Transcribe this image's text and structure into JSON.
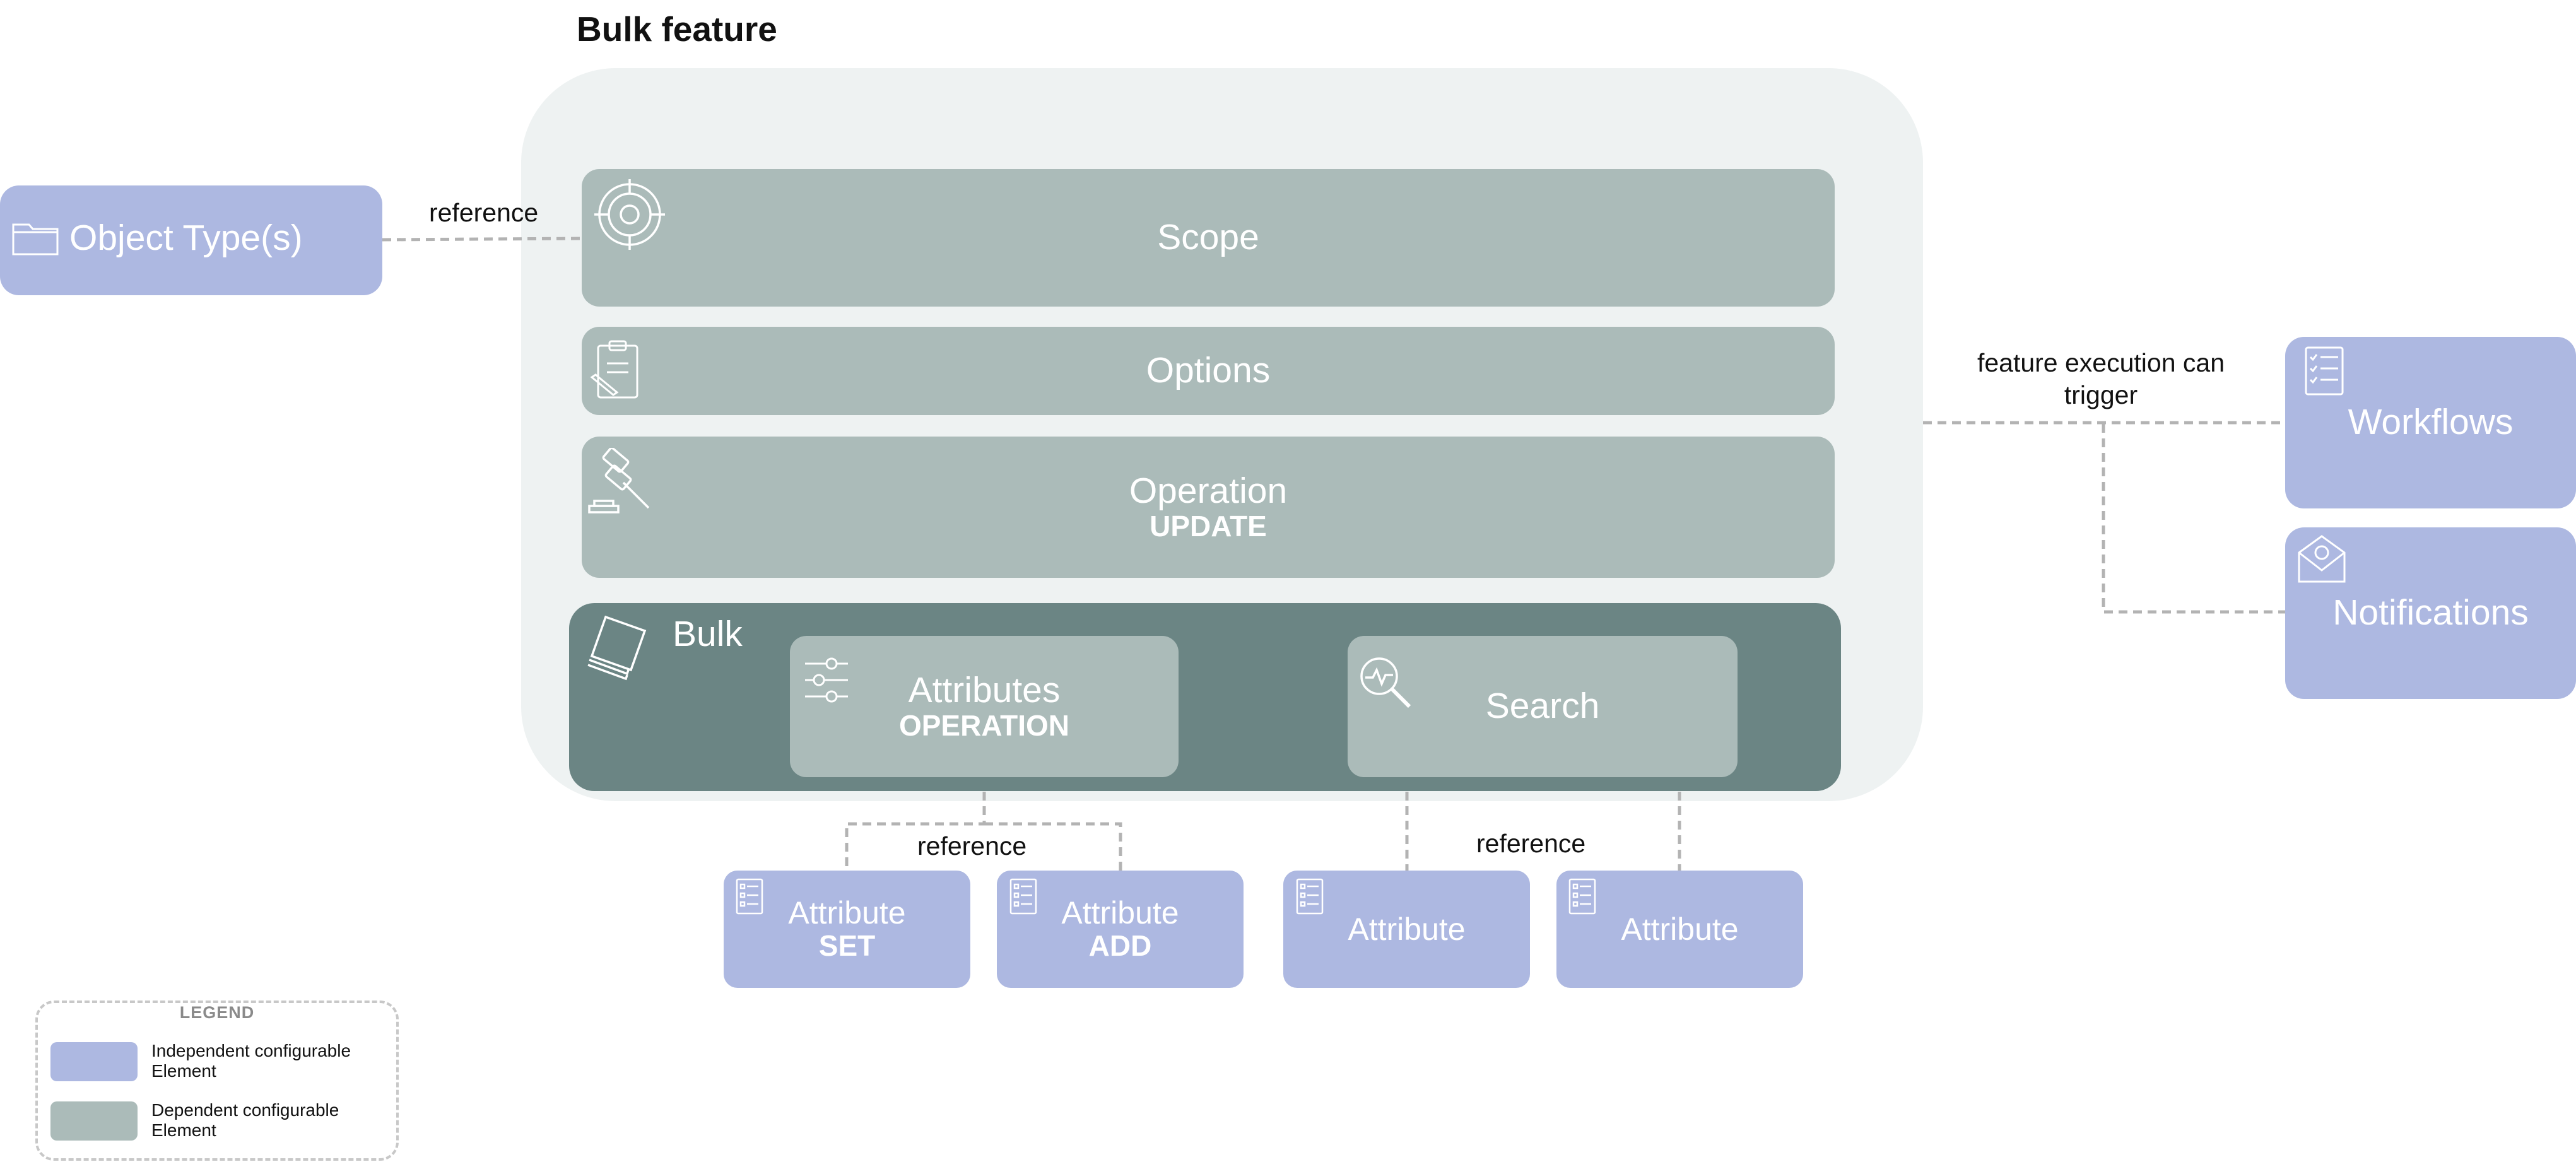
{
  "title": "Bulk feature",
  "object_types": {
    "label": "Object Type(s)"
  },
  "reference_left": "reference",
  "scope": {
    "label": "Scope"
  },
  "options": {
    "label": "Options"
  },
  "operation": {
    "label": "Operation",
    "sub": "UPDATE"
  },
  "bulk": {
    "label": "Bulk",
    "attributes": {
      "label": "Attributes",
      "sub": "OPERATION"
    },
    "search": {
      "label": "Search"
    }
  },
  "trigger_label": "feature execution can trigger",
  "workflows": {
    "label": "Workflows"
  },
  "notifications": {
    "label": "Notifications"
  },
  "reference_attr_ops": "reference",
  "reference_search": "reference",
  "attr_set": {
    "label": "Attribute",
    "sub": "SET"
  },
  "attr_add": {
    "label": "Attribute",
    "sub": "ADD"
  },
  "attr_1": {
    "label": "Attribute"
  },
  "attr_2": {
    "label": "Attribute"
  },
  "legend": {
    "title": "LEGEND",
    "independent": "Independent configurable Element",
    "dependent": "Dependent configurable Element"
  },
  "colors": {
    "independent": "#adb8e1",
    "dependent": "#abbbb9",
    "bulk_container": "#6b8584",
    "feature_background": "#eef2f2",
    "connector": "#b3b3b3"
  },
  "icons": {
    "object_types": "folder-icon",
    "scope": "target-icon",
    "options": "clipboard-pen-icon",
    "operation": "gavel-icon",
    "bulk": "stacked-papers-icon",
    "attributes": "sliders-icon",
    "search": "search-chart-icon",
    "workflows": "checklist-icon",
    "notifications": "envelope-at-icon",
    "attribute": "list-icon"
  }
}
